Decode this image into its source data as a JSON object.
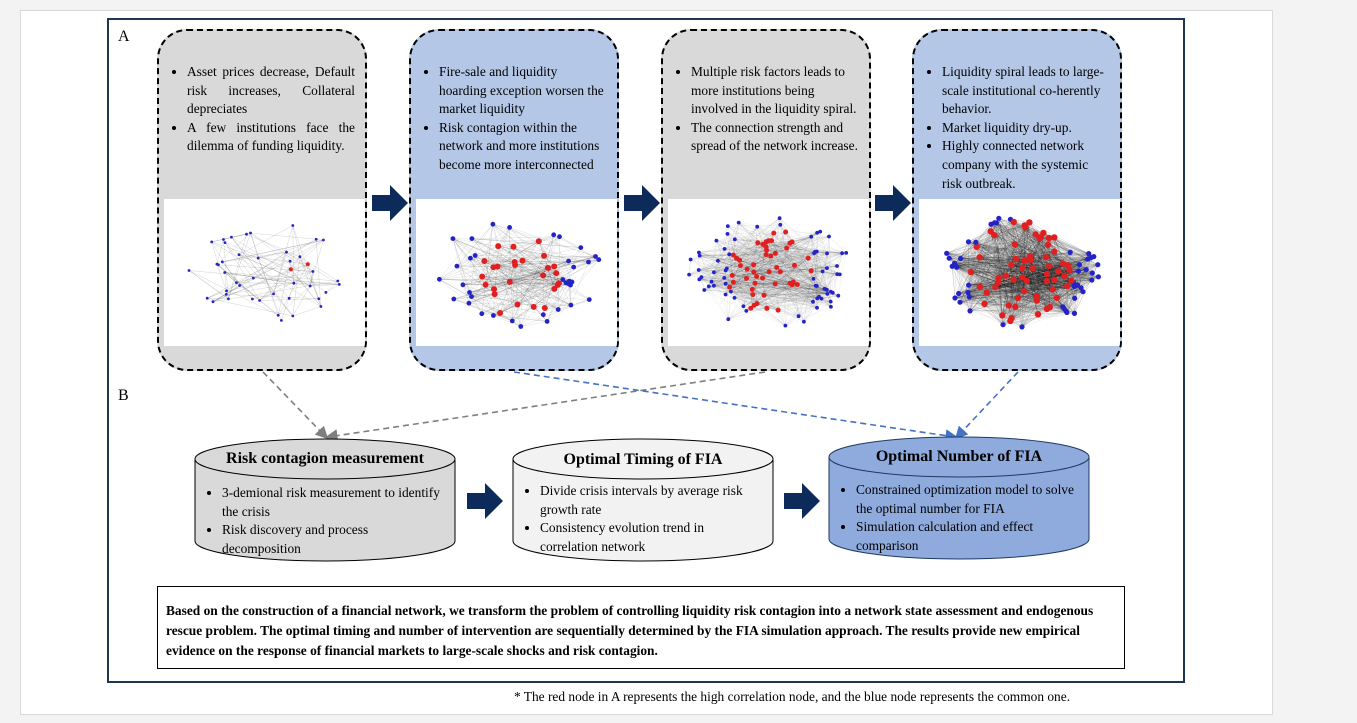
{
  "labels": {
    "a": "A",
    "b": "B"
  },
  "stages": [
    {
      "bullets": [
        "Asset prices decrease, Default risk increases, Collateral depreciates",
        "A few institutions face the dilemma of funding liquidity."
      ]
    },
    {
      "bullets": [
        "Fire-sale and liquidity hoarding exception worsen the market liquidity",
        "Risk contagion within the network and more institutions become more interconnected"
      ]
    },
    {
      "bullets": [
        "Multiple risk factors leads to more institutions being involved in the liquidity spiral.",
        "The connection strength and spread of the network increase."
      ]
    },
    {
      "bullets": [
        "Liquidity spiral leads to large-scale institutional co-herently behavior.",
        " Market liquidity dry-up.",
        "Highly connected network company with the systemic risk outbreak."
      ]
    }
  ],
  "cylinders": [
    {
      "title": "Risk contagion measurement",
      "bullets": [
        "3-demional risk measurement to identify the crisis",
        "Risk discovery and process decomposition"
      ]
    },
    {
      "title": "Optimal Timing of FIA",
      "bullets": [
        "Divide crisis intervals by average risk growth rate",
        "Consistency evolution trend in correlation network"
      ]
    },
    {
      "title": "Optimal Number of FIA",
      "bullets": [
        "Constrained optimization model to solve the optimal number for FIA",
        "Simulation calculation and effect comparison"
      ]
    }
  ],
  "summary": "Based on the construction of a financial network, we transform the problem of controlling liquidity risk contagion into a network state assessment and endogenous rescue problem. The optimal timing and number of intervention are sequentially determined by the FIA simulation approach. The results provide new empirical evidence on the response of financial markets to large-scale shocks and risk contagion.",
  "footnote": "* The red node in A represents the high correlation node, and the blue node represents the common one.",
  "colors": {
    "navy_arrow": "#0c2a5a",
    "stage_gray": "#d9d9d9",
    "stage_blue": "#b4c7e7",
    "cyl_gray": "#d9d9d9",
    "cyl_light": "#f2f2f2",
    "cyl_blue": "#8faadc",
    "red_node": "#e02020",
    "blue_node": "#2323c8"
  }
}
